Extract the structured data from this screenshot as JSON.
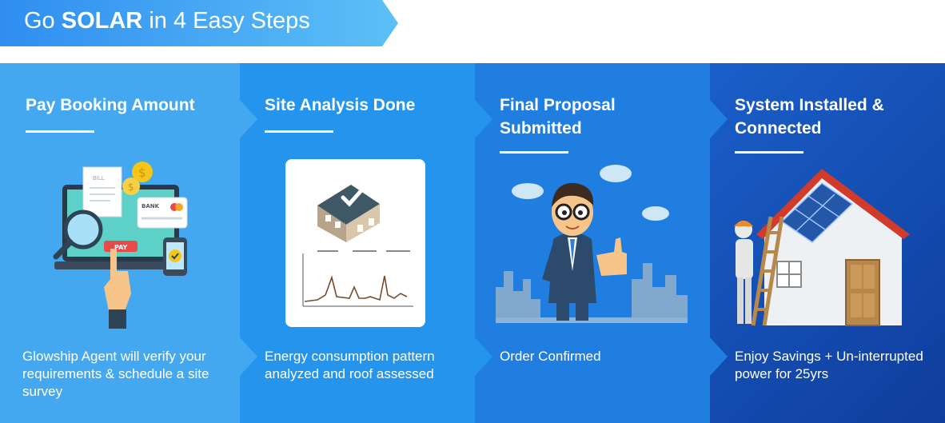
{
  "header": {
    "prefix": "Go",
    "highlight": "SOLAR",
    "suffix": "in 4 Easy Steps"
  },
  "steps": [
    {
      "title": "Pay Booking Amount",
      "description": "Glowship Agent will verify your requirements & schedule a site survey",
      "illustration_labels": {
        "bill": "BILL",
        "bank": "BANK",
        "pay": "PAY"
      }
    },
    {
      "title": "Site Analysis Done",
      "description": "Energy consumption pattern analyzed and roof assessed"
    },
    {
      "title": "Final Proposal Submitted",
      "description": "Order Confirmed"
    },
    {
      "title": "System Installed & Connected",
      "description": "Enjoy Savings + Un-interrupted power for 25yrs"
    }
  ],
  "colors": {
    "step1": "#43a8f0",
    "step2": "#2594ec",
    "step3": "#1f7ee0",
    "step4": "#1a5fc9"
  }
}
